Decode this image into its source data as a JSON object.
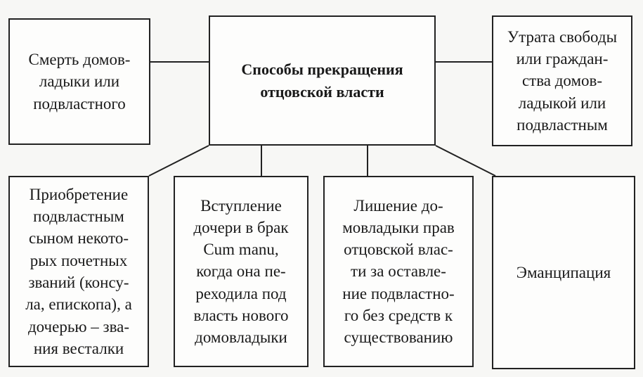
{
  "center": {
    "lines": [
      "Способы прекращения",
      "отцовской власти"
    ]
  },
  "left_top": {
    "lines": [
      "Смерть домов-",
      "ладыки или",
      "подвластного"
    ]
  },
  "right_top": {
    "lines": [
      "Утрата свободы",
      "или граждан-",
      "ства домов-",
      "ладыкой или",
      "подвластным"
    ]
  },
  "bottom": [
    {
      "lines": [
        "Приобретение",
        "подвластным",
        "сыном некото-",
        "рых почетных",
        "званий (консу-",
        "ла, епископа), а",
        "дочерью – зва-",
        "ния весталки"
      ]
    },
    {
      "lines": [
        "Вступление",
        "дочери в брак",
        "Cum manu,",
        "когда она пе-",
        "реходила под",
        "власть нового",
        "домовладыки"
      ]
    },
    {
      "lines": [
        "Лишение до-",
        "мовладыки прав",
        "отцовской влас-",
        "ти за оставле-",
        "ние подвластно-",
        "го без средств к",
        "существованию"
      ]
    },
    {
      "lines": [
        "Эманципация"
      ]
    }
  ]
}
